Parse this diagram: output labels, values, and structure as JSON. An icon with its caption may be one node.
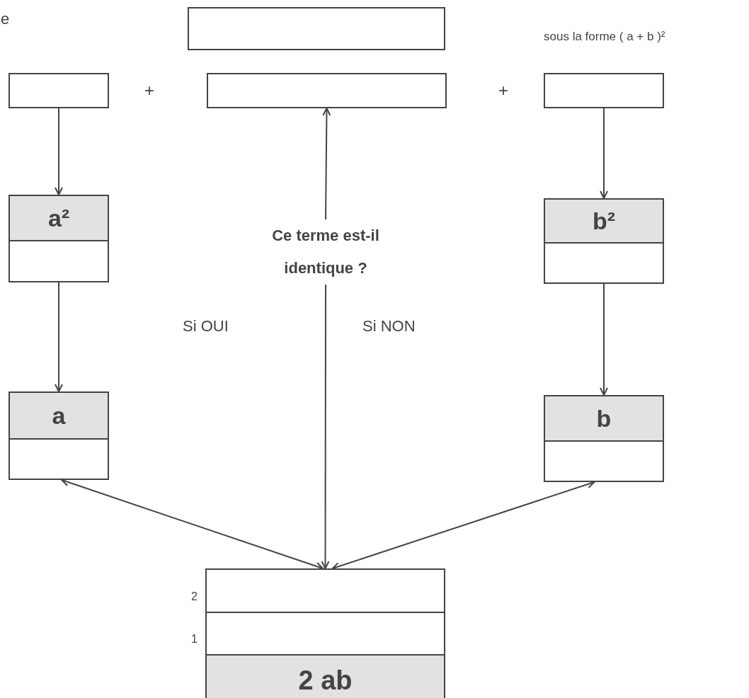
{
  "diagram": {
    "nodes": [
      {
        "text": [],
        "shape": "box"
      },
      {
        "text": [],
        "shape": "box"
      },
      {
        "text": [],
        "shape": "box"
      },
      {
        "text": [],
        "shape": "box"
      },
      {
        "text": [
          "a²"
        ]
      },
      {
        "text": [
          "b²"
        ]
      },
      {
        "text": [
          "Ce terme est-il identique ?"
        ]
      },
      {
        "text": [
          "a"
        ]
      },
      {
        "text": [
          "b"
        ]
      },
      {
        "text": [
          "2 ab"
        ],
        "beside": [
          "2",
          "1"
        ]
      }
    ],
    "edges": [
      {
        "from": 1,
        "to": 4,
        "arrow": "to"
      },
      {
        "from": 4,
        "to": 7,
        "arrow": "to"
      },
      {
        "from": 3,
        "to": 5,
        "arrow": "to"
      },
      {
        "from": 5,
        "to": 8,
        "arrow": "to"
      },
      {
        "from": 6,
        "to": 2,
        "arrow": "to"
      },
      {
        "from": 6,
        "to": 9,
        "arrow": "to"
      },
      {
        "from": 7,
        "to": 9,
        "arrow": "both"
      },
      {
        "from": 8,
        "to": 9,
        "arrow": "both"
      }
    ],
    "labels": [
      "e",
      "sous la forme ( a + b )²",
      "+",
      "+",
      "Si OUI",
      "Si NON"
    ]
  }
}
